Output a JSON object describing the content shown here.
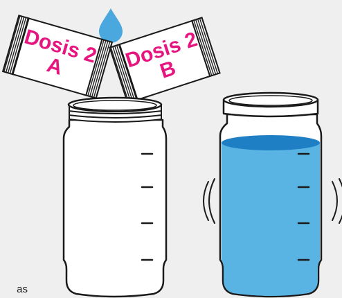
{
  "packets": [
    {
      "line1": "Dosis 2",
      "line2": "A"
    },
    {
      "line1": "Dosis 2",
      "line2": "B"
    }
  ],
  "caption": "as",
  "icons": [
    "water-drop-icon",
    "shaking-motion-icon"
  ],
  "colors": {
    "background": "#efefef",
    "outline": "#1a1a1a",
    "label_text": "#e6157f",
    "water": "#5ab4e3",
    "water_surface": "#1f7fc4",
    "drop": "#4aa8df"
  }
}
